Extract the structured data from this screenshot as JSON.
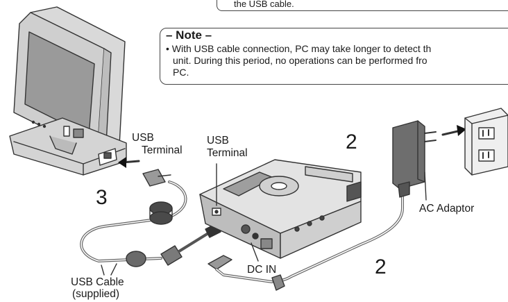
{
  "previous_box": {
    "text": "the USB cable."
  },
  "note": {
    "title": "– Note –",
    "lines": [
      "• With USB cable connection, PC may take longer to detect th",
      "unit. During this period, no operations can be performed fro",
      "PC."
    ]
  },
  "labels": {
    "usb_terminal_pc": [
      "USB",
      "Terminal"
    ],
    "usb_terminal_unit": [
      "USB",
      "Terminal"
    ],
    "usb_cable": [
      "USB Cable",
      "(supplied)"
    ],
    "ac_adaptor": "AC Adaptor",
    "dc_in": "DC IN"
  },
  "step_numbers": {
    "cable": "3",
    "unit": "2",
    "adaptor_cord": "2"
  }
}
